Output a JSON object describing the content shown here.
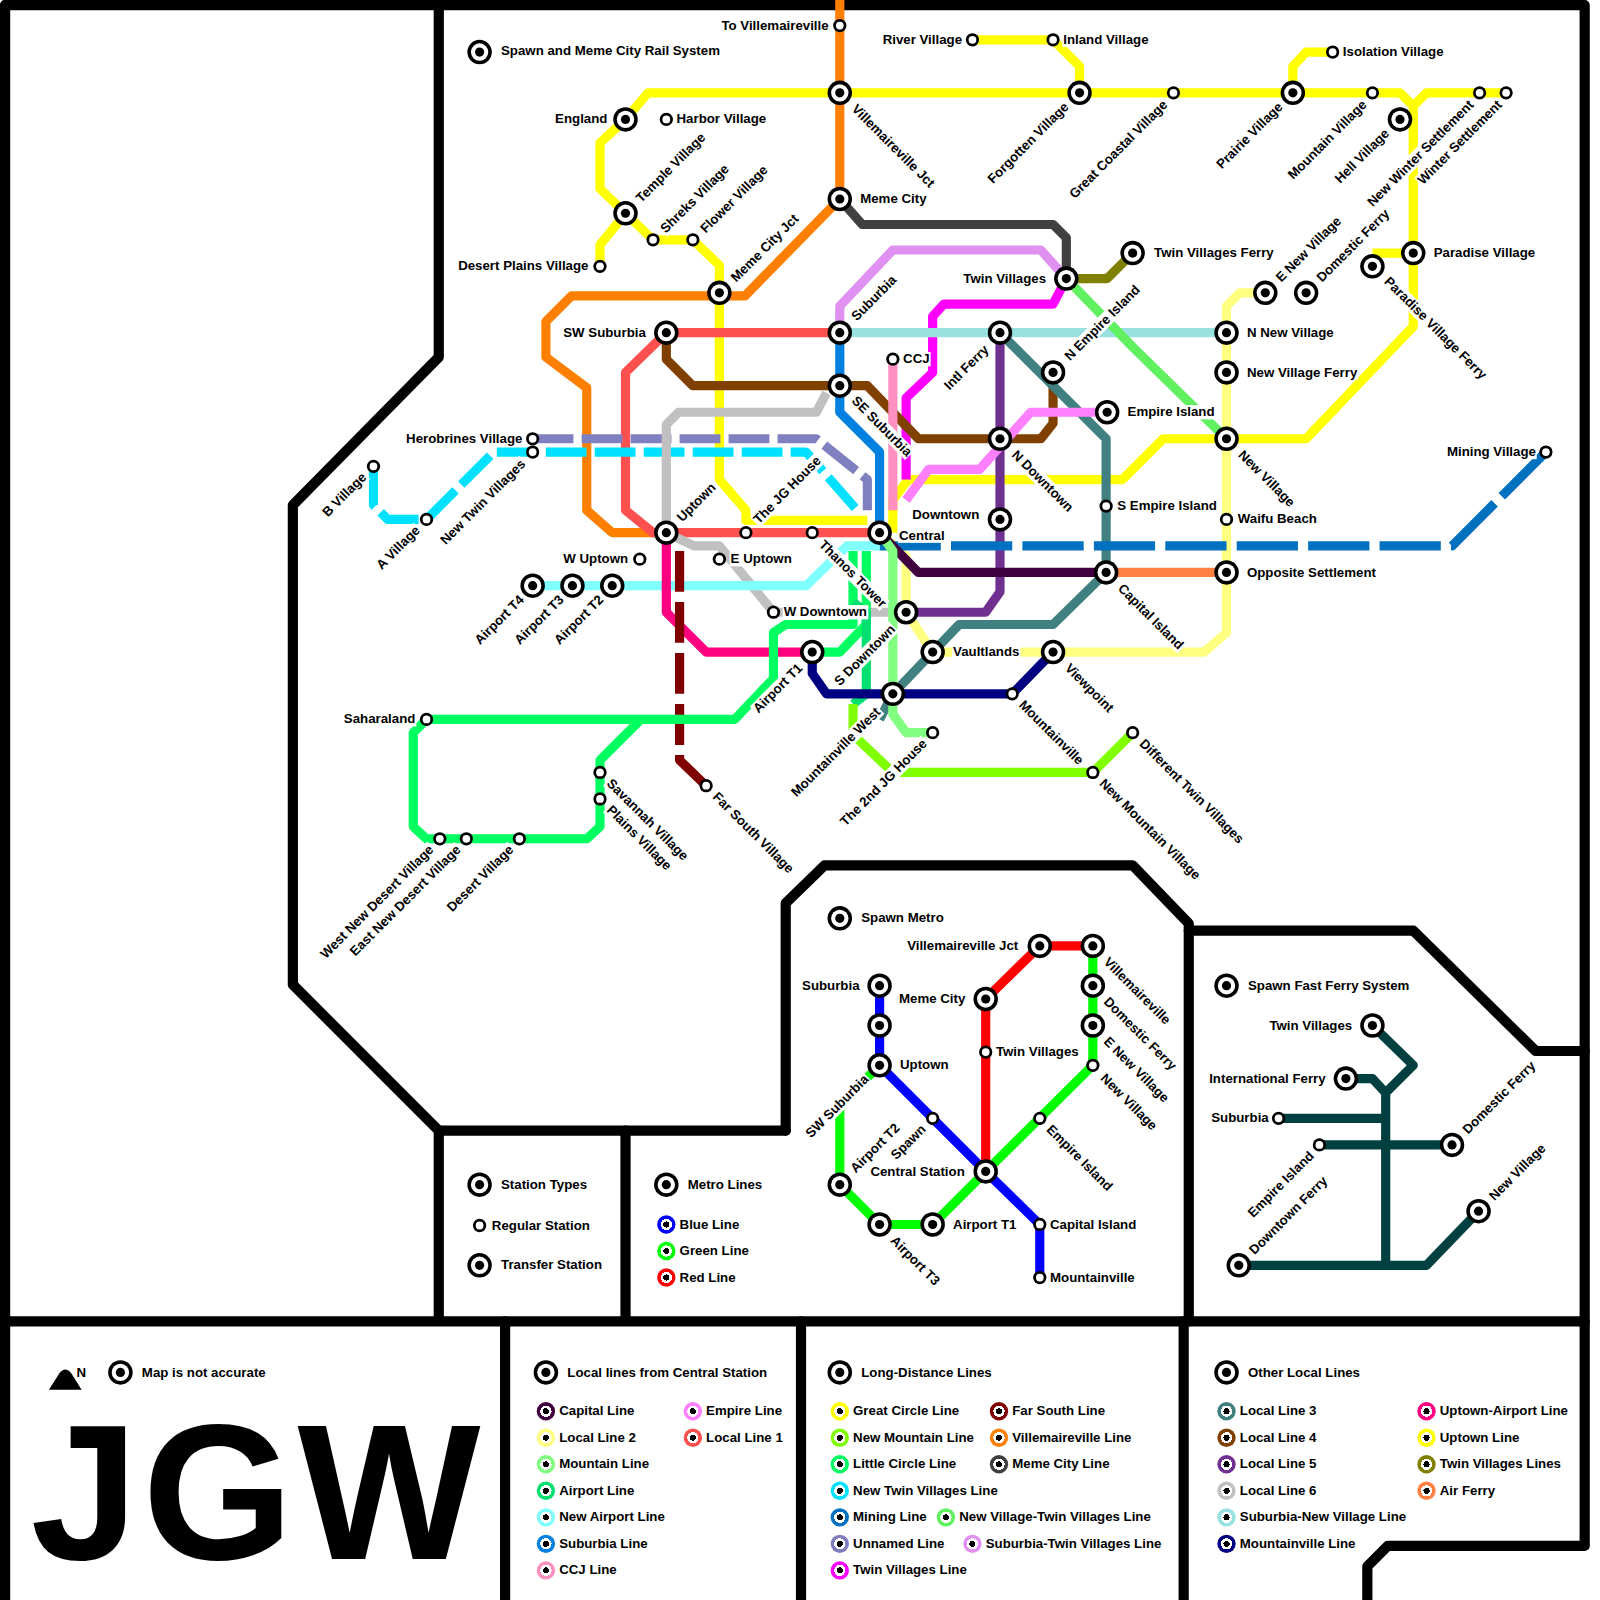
{
  "diagram": {
    "nodes": [
      {
        "text": [
          "Spawn and Meme City Rail System"
        ]
      },
      {
        "text": [
          "Spawn Metro"
        ]
      },
      {
        "text": [
          "Spawn Fast Ferry System"
        ]
      },
      {
        "text": [
          "Station Types"
        ]
      },
      {
        "text": [
          "Metro Lines"
        ]
      },
      {
        "text": [
          "Map is not accurate"
        ]
      },
      {
        "text": [
          "Local lines from Central Station"
        ]
      },
      {
        "text": [
          "Long-Distance Lines"
        ]
      },
      {
        "text": [
          "Other Local Lines"
        ]
      }
    ],
    "labels": [
      "To Villemaireville",
      "River Village",
      "Inland Village",
      "England",
      "Harbor Village",
      "Villemaireville Jct",
      "Forgotten Village",
      "Great Coastal Village",
      "Prairie Village",
      "Isolation Village",
      "Mountain Village",
      "Hell Village",
      "New Winter Settlement",
      "Winter Settlement",
      "Temple Village",
      "Shreks Village",
      "Flower Village",
      "Desert Plains Village",
      "Meme City Jct",
      "Meme City",
      "Twin Villages",
      "Twin Villages Ferry",
      "E New Village",
      "Domestic Ferry",
      "Paradise Village",
      "Paradise Village Ferry",
      "Suburbia",
      "SW Suburbia",
      "N New Village",
      "CCJ",
      "Intl Ferry",
      "N Empire Island",
      "SE Suburbia",
      "New Village Ferry",
      "Empire Island",
      "N Downtown",
      "New Village",
      "Mining Village",
      "Herobrines Village",
      "New Twin Villages",
      "B Village",
      "A Village",
      "Uptown",
      "The JG House",
      "Thanos Tower",
      "Downtown",
      "Central",
      "S Empire Island",
      "Waifu Beach",
      "Opposite Settlement",
      "Capital Island",
      "W Uptown",
      "E Uptown",
      "Airport T4",
      "Airport T3",
      "Airport T2",
      "W Downtown",
      "Vaultlands",
      "Viewpoint",
      "Airport T1",
      "S Downtown",
      "Mountainville",
      "Mountainville West",
      "The 2nd JG House",
      "Different Twin Villages",
      "New Mountain Village",
      "Saharaland",
      "Savannah Village",
      "Plains Village",
      "Far South Village",
      "West New Desert Village",
      "East New Desert Village",
      "Desert Village",
      "Villemaireville Jct",
      "Villemaireville",
      "Suburbia",
      "Meme City",
      "Domestic Ferry",
      "E New Village",
      "Twin Villages",
      "SW Suburbia",
      "Uptown",
      "New Village",
      "Spawn",
      "Empire Island",
      "Airport T2",
      "Central Station",
      "Airport T3",
      "Airport T1",
      "Capital Island",
      "Mountainville",
      "Twin Villages",
      "International Ferry",
      "Suburbia",
      "Empire Island",
      "Domestic Ferry",
      "New Village",
      "Downtown Ferry",
      "N",
      "JGW"
    ],
    "legend": [
      {
        "text": "Regular Station"
      },
      {
        "text": "Transfer Station"
      },
      {
        "text": "Blue Line",
        "color": "#0000ff"
      },
      {
        "text": "Green Line",
        "color": "#00ff00"
      },
      {
        "text": "Red Line",
        "color": "#ff0000"
      },
      {
        "text": "Capital Line",
        "color": "#400040"
      },
      {
        "text": "Empire Line",
        "color": "#ff80ff"
      },
      {
        "text": "Local Line 2",
        "color": "#ffff80"
      },
      {
        "text": "Local Line 1",
        "color": "#ff5050"
      },
      {
        "text": "Mountain Line",
        "color": "#80ff80"
      },
      {
        "text": "Airport Line",
        "color": "#00e070"
      },
      {
        "text": "New Airport Line",
        "color": "#80ffff"
      },
      {
        "text": "Suburbia Line",
        "color": "#0080e0"
      },
      {
        "text": "CCJ Line",
        "color": "#ff90c0"
      },
      {
        "text": "Great Circle Line",
        "color": "#ffff00"
      },
      {
        "text": "Far South Line",
        "color": "#800000"
      },
      {
        "text": "New Mountain Line",
        "color": "#80ff00"
      },
      {
        "text": "Villemaireville Line",
        "color": "#ff8000"
      },
      {
        "text": "Little Circle Line",
        "color": "#00ff60"
      },
      {
        "text": "Meme City Line",
        "color": "#404040"
      },
      {
        "text": "New Twin Villages Line",
        "color": "#00e0ff"
      },
      {
        "text": "Mining Line",
        "color": "#0070c0"
      },
      {
        "text": "New Village-Twin Villages Line",
        "color": "#60f060"
      },
      {
        "text": "Unnamed Line",
        "color": "#8080c0"
      },
      {
        "text": "Suburbia-Twin Villages Line",
        "color": "#e090f0"
      },
      {
        "text": "Twin Villages Line",
        "color": "#ff00ff"
      },
      {
        "text": "Local Line 3",
        "color": "#408080"
      },
      {
        "text": "Uptown-Airport Line",
        "color": "#ff0080"
      },
      {
        "text": "Local Line 4",
        "color": "#804000"
      },
      {
        "text": "Uptown Line",
        "color": "#ffff00"
      },
      {
        "text": "Local Line 5",
        "color": "#703090"
      },
      {
        "text": "Twin Villages Lines",
        "color": "#808000"
      },
      {
        "text": "Local Line 6",
        "color": "#c0c0c0"
      },
      {
        "text": "Air Ferry",
        "color": "#ff8040"
      },
      {
        "text": "Suburbia-New Village Line",
        "color": "#99e0e0"
      },
      {
        "text": "Mountainville Line",
        "color": "#000080"
      }
    ]
  }
}
